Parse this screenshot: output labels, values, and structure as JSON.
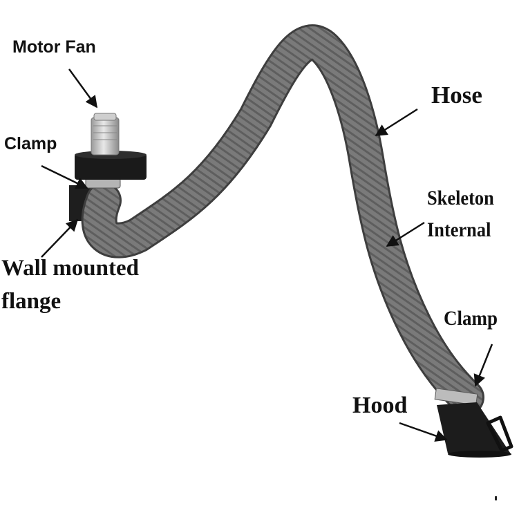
{
  "labels": {
    "motor_fan": "Motor Fan",
    "clamp_left": "Clamp",
    "wall_flange_line1": "Wall mounted",
    "wall_flange_line2": "flange",
    "hose": "Hose",
    "skeleton_line1": "Skeleton",
    "skeleton_line2": "Internal",
    "clamp_right": "Clamp",
    "hood": "Hood"
  },
  "colors": {
    "hose": "#7a7a7a",
    "hose_rib": "#5e5e5e",
    "hood": "#1c1c1c",
    "motor": "#d8d8d8",
    "fan_housing": "#1a1a1a",
    "text": "#111111",
    "arrow": "#111111"
  }
}
